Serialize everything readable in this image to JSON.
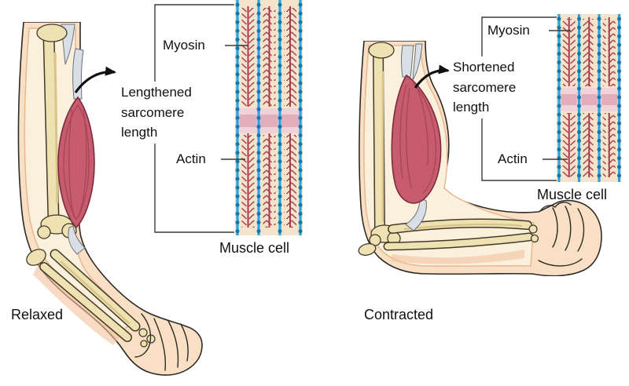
{
  "colors": {
    "skin": "#F9DFC4",
    "skin_deep": "#F4C29E",
    "tissue_window": "#FBF0DC",
    "bone": "#EFE2B2",
    "bone_outline": "#42392B",
    "bone_shadow": "#D9C488",
    "muscle": "#C75C6F",
    "muscle_outline": "#7C2B3D",
    "muscle_fiber": "#A8445A",
    "tendon": "#D9DFE7",
    "membrane": "#2AA4DC",
    "membrane_dot": "#1478AE",
    "cell_bg": "#F5E4CC",
    "band": "#EFD2DA",
    "band_inner": "#E2AEBE",
    "filament": "#A93A52",
    "line": "#3a3a3a",
    "arrow": "#111111",
    "text": "#111111"
  },
  "panels": {
    "left": {
      "state_label": "Relaxed",
      "annotation": "Lengthened sarcomere length",
      "labels": {
        "myosin": "Myosin",
        "actin": "Actin",
        "cell": "Muscle cell"
      }
    },
    "right": {
      "state_label": "Contracted",
      "annotation": "Shortened sarcomere length",
      "labels": {
        "myosin": "Myosin",
        "actin": "Actin",
        "cell": "Muscle cell"
      }
    }
  }
}
